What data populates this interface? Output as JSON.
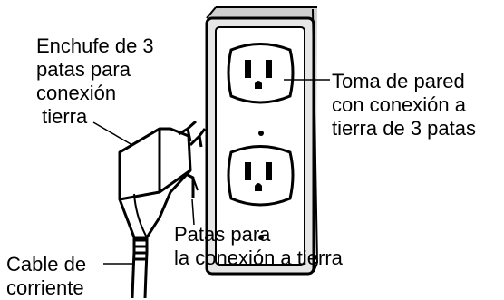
{
  "labels": {
    "plug": [
      "Enchufe de 3",
      "patas para",
      "conexión",
      " tierra"
    ],
    "outlet": [
      "Toma de pared",
      "con conexión a",
      "tierra de 3 patas"
    ],
    "ground_prongs": [
      "Patas para",
      "la conexión a tierra"
    ],
    "cord": [
      "Cable de",
      "corriente"
    ]
  },
  "icons": {
    "outlet": "grounded-duplex-wall-outlet",
    "plug": "three-prong-plug",
    "cord": "power-cord"
  },
  "colors": {
    "ink": "#000000",
    "paper": "#ffffff",
    "plate_fill": "#e6e6e6",
    "shadow": "#cfcfcf"
  }
}
